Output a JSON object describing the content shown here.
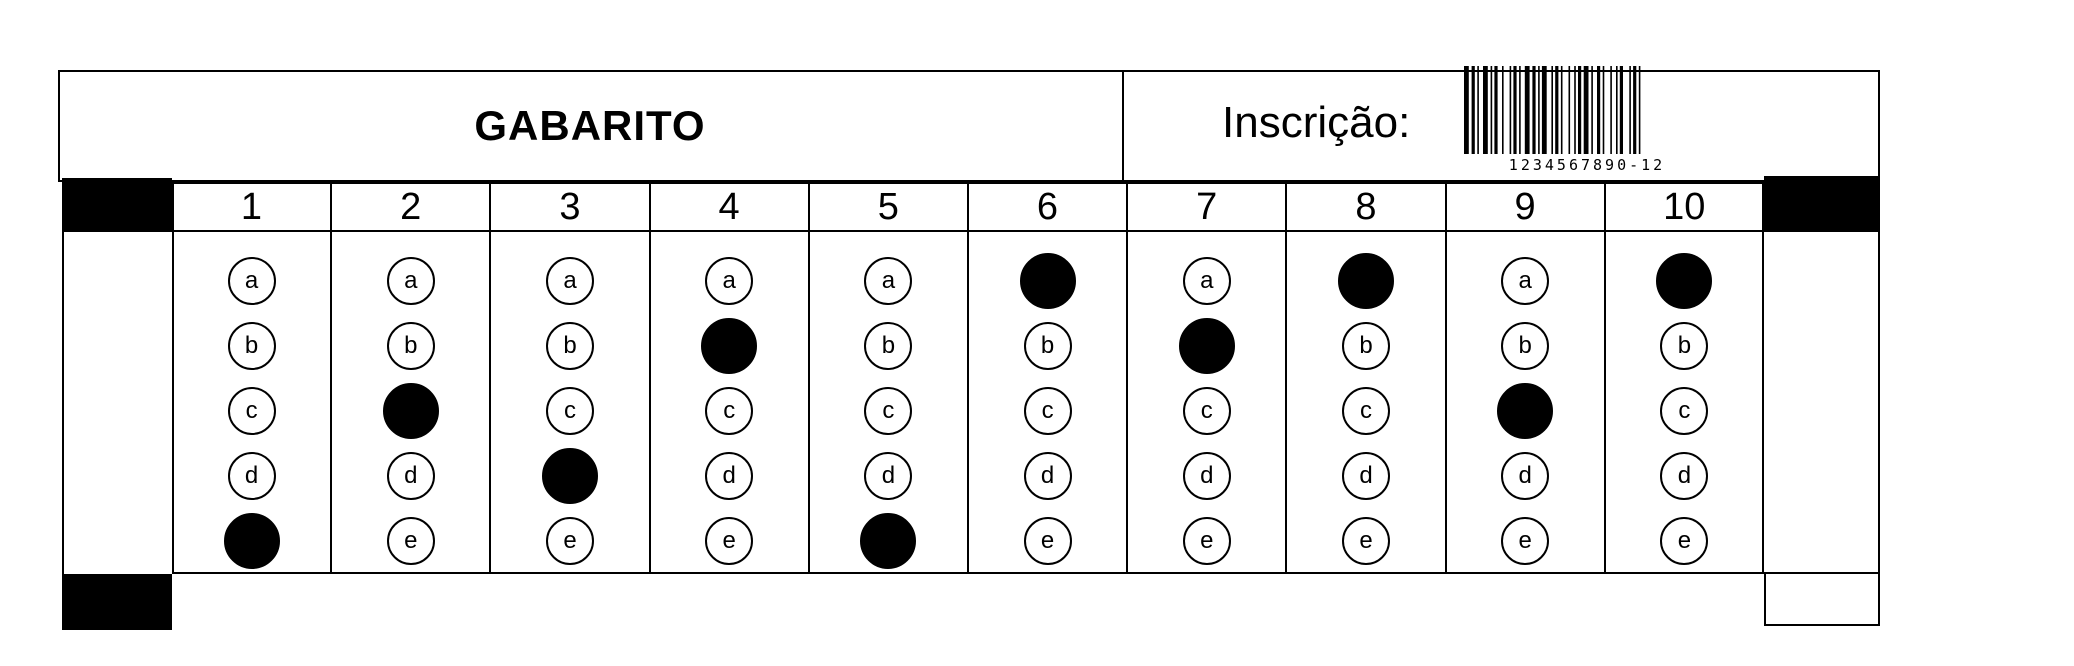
{
  "header": {
    "title": "GABARITO",
    "inscricao_label": "Inscrição:",
    "barcode_number": "1234567890-12"
  },
  "answer_sheet": {
    "options": [
      "a",
      "b",
      "c",
      "d",
      "e"
    ],
    "questions": [
      {
        "number": "1",
        "marked": "e"
      },
      {
        "number": "2",
        "marked": "c"
      },
      {
        "number": "3",
        "marked": "d"
      },
      {
        "number": "4",
        "marked": "b"
      },
      {
        "number": "5",
        "marked": "e"
      },
      {
        "number": "6",
        "marked": "a"
      },
      {
        "number": "7",
        "marked": "b"
      },
      {
        "number": "8",
        "marked": "a"
      },
      {
        "number": "9",
        "marked": "c"
      },
      {
        "number": "10",
        "marked": "a"
      }
    ]
  },
  "colors": {
    "ink": "#000000",
    "paper": "#ffffff"
  }
}
